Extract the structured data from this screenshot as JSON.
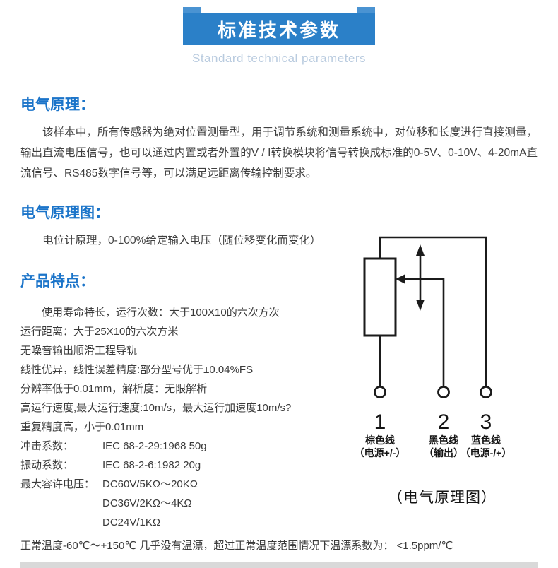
{
  "colors": {
    "banner_blue": "#2b80c8",
    "banner_fold_blue": "#4a93d2",
    "heading_blue": "#1b74c9",
    "subtitle_gray_blue": "#b9cbdf"
  },
  "banner": {
    "title": "标准技术参数",
    "subtitle": "Standard technical parameters"
  },
  "sections": {
    "principle": {
      "heading": "电气原理：",
      "body": "该样本中，所有传感器为绝对位置测量型，用于调节系统和测量系统中，对位移和长度进行直接测量，输出直流电压信号，也可以通过内置或者外置的V / I转换模块将信号转换成标准的0-5V、0-10V、4-20mA直流信号、RS485数字信号等，可以满足远距离传输控制要求。"
    },
    "diagram": {
      "heading": "电气原理图：",
      "body": "电位计原理，0-100%给定输入电压（随位移变化而变化）"
    },
    "features": {
      "heading": "产品特点：",
      "items": [
        "使用寿命特长，运行次数：大于100X10的六次方次",
        "运行距离：大于25X10的六次方米",
        "无噪音输出顺滑工程导轨",
        "线性优异，线性误差精度:部分型号优于±0.04%FS",
        "分辨率低于0.01mm，解析度：无限解析",
        "高运行速度,最大运行速度:10m/s，最大运行加速度10m/s?",
        "重复精度高，小于0.01mm"
      ],
      "specs": [
        {
          "label": "冲击系数：",
          "value": "IEC 68-2-29:1968 50g"
        },
        {
          "label": "振动系数：",
          "value": "IEC 68-2-6:1982 20g"
        },
        {
          "label": "最大容许电压：",
          "value": "DC60V/5KΩ～20KΩ"
        },
        {
          "label": "",
          "value": "DC36V/2KΩ～4KΩ"
        },
        {
          "label": "",
          "value": "DC24V/1KΩ"
        }
      ]
    }
  },
  "schematic": {
    "terminals": [
      {
        "number": "1",
        "wire": "棕色线",
        "role": "（电源+/-）"
      },
      {
        "number": "2",
        "wire": "黑色线",
        "role": "（输出）"
      },
      {
        "number": "3",
        "wire": "蓝色线",
        "role": "（电源-/+）"
      }
    ],
    "caption": "（电气原理图）"
  },
  "footer": {
    "temperature_note": "正常温度-60℃～+150℃ 几乎没有温漂，超过正常温度范围情况下温漂系数为： <1.5ppm/℃"
  }
}
